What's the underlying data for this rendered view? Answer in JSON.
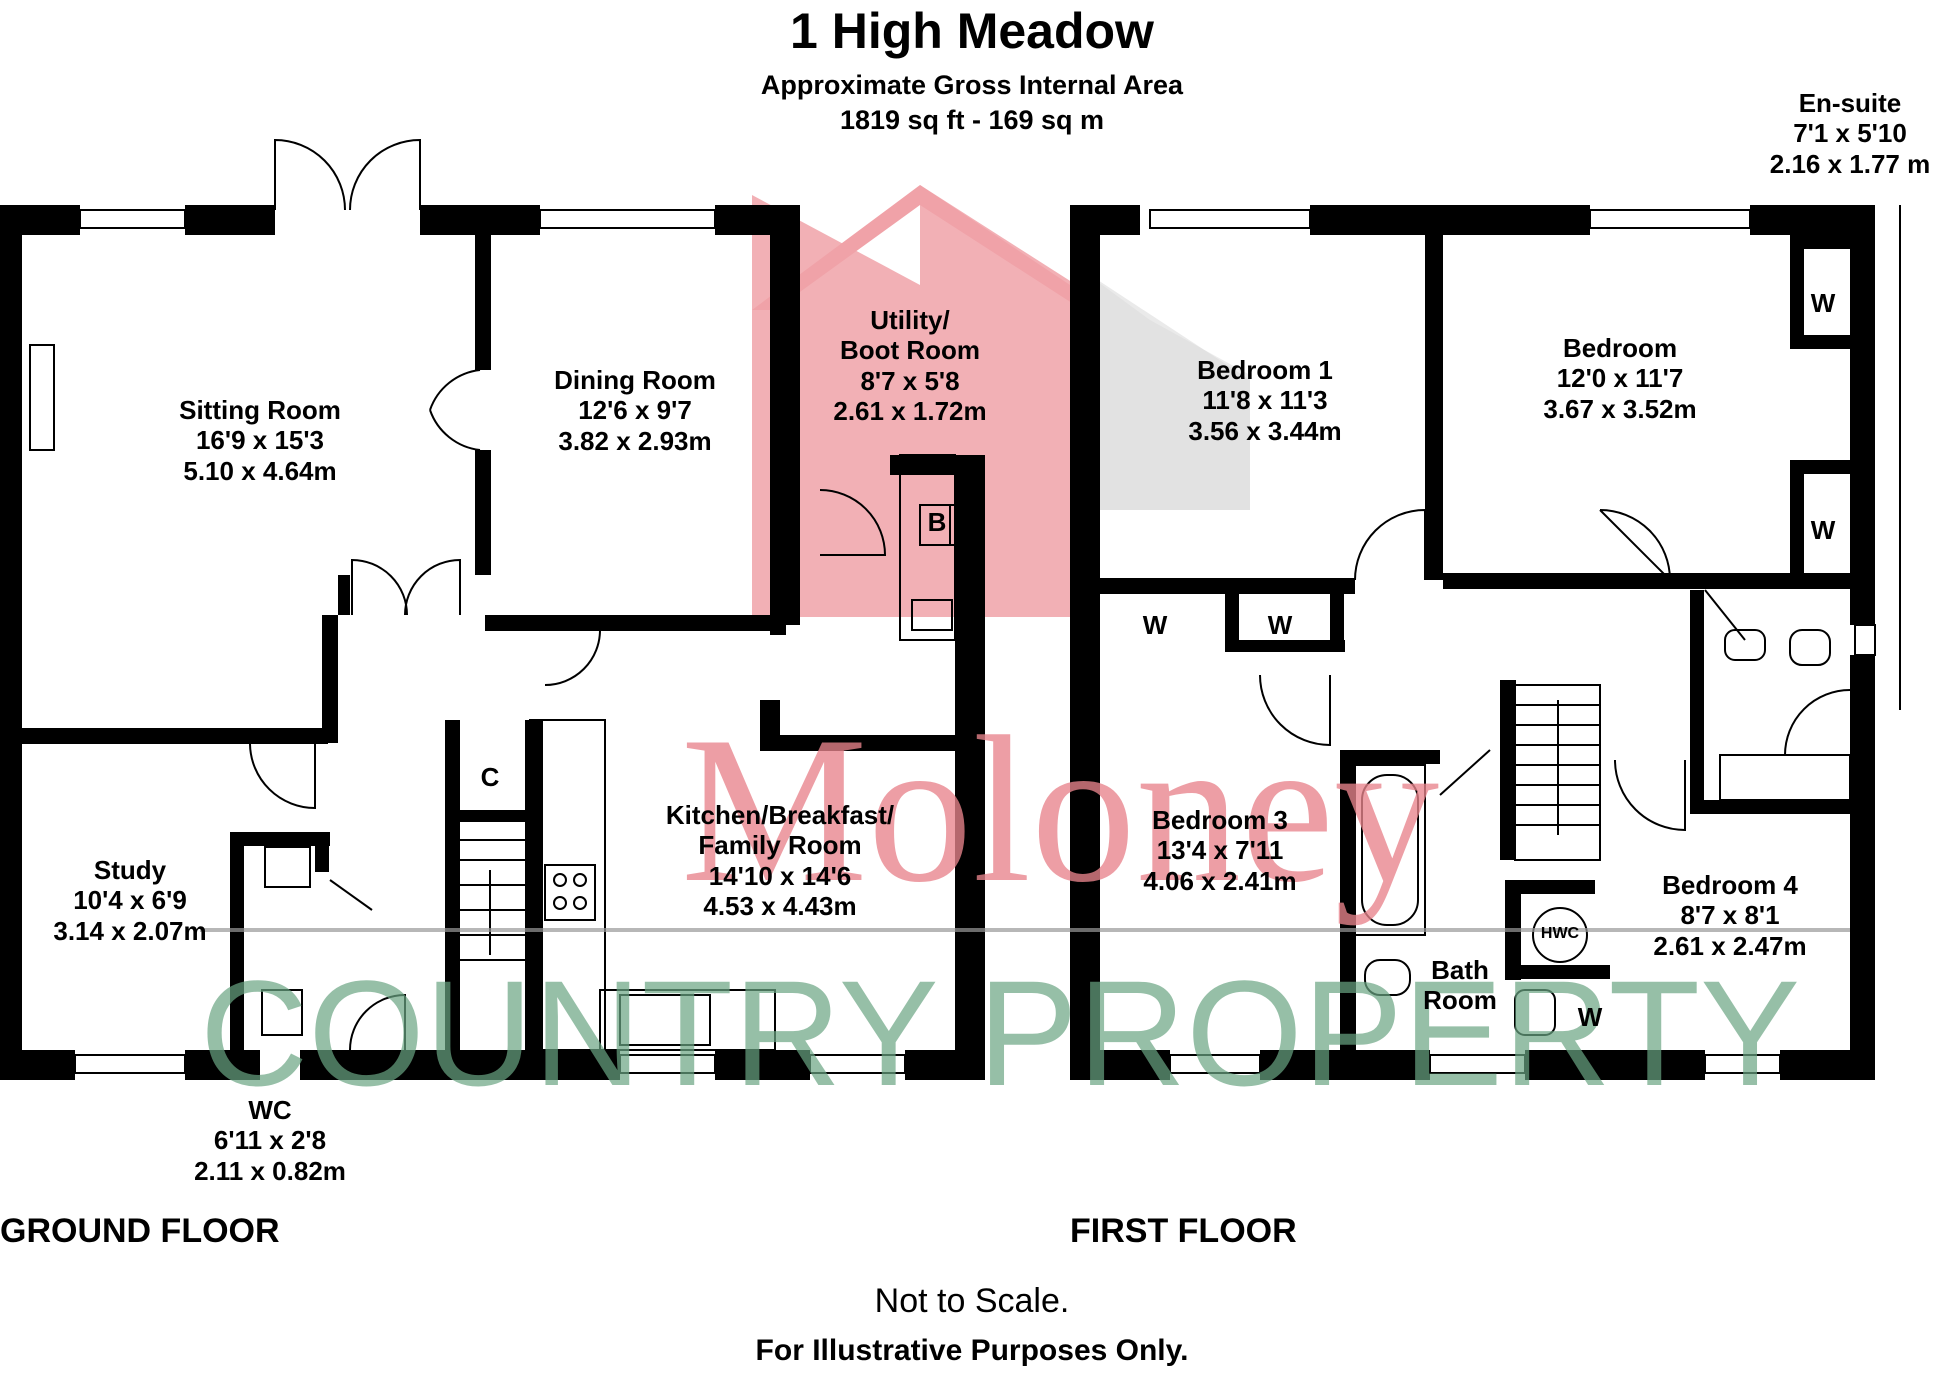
{
  "header": {
    "title": "1 High Meadow",
    "subtitle": "Approximate Gross Internal Area",
    "area": "1819 sq ft - 169 sq m"
  },
  "floors": {
    "ground": "GROUND FLOOR",
    "first": "FIRST FLOOR"
  },
  "rooms": {
    "sitting": {
      "name": "Sitting Room",
      "imperial": "16'9 x 15'3",
      "metric": "5.10 x 4.64m"
    },
    "dining": {
      "name": "Dining Room",
      "imperial": "12'6 x 9'7",
      "metric": "3.82 x 2.93m"
    },
    "utility": {
      "name1": "Utility/",
      "name2": "Boot Room",
      "imperial": "8'7 x 5'8",
      "metric": "2.61 x 1.72m"
    },
    "kitchen": {
      "name1": "Kitchen/Breakfast/",
      "name2": "Family Room",
      "imperial": "14'10 x 14'6",
      "metric": "4.53 x 4.43m"
    },
    "study": {
      "name": "Study",
      "imperial": "10'4 x 6'9",
      "metric": "3.14 x 2.07m"
    },
    "wc": {
      "name": "WC",
      "imperial": "6'11 x 2'8",
      "metric": "2.11 x 0.82m"
    },
    "bed1": {
      "name": "Bedroom 1",
      "imperial": "11'8 x 11'3",
      "metric": "3.56 x 3.44m"
    },
    "bed2": {
      "name": "Bedroom",
      "imperial": "12'0 x 11'7",
      "metric": "3.67 x 3.52m"
    },
    "ensuite": {
      "name": "En-suite",
      "imperial": "7'1 x 5'10",
      "metric": "2.16 x 1.77 m"
    },
    "bed3": {
      "name": "Bedroom 3",
      "imperial": "13'4 x 7'11",
      "metric": "4.06 x 2.41m"
    },
    "bed4": {
      "name": "Bedroom 4",
      "imperial": "8'7 x 8'1",
      "metric": "2.61 x 2.47m"
    },
    "bath": {
      "name1": "Bath",
      "name2": "Room"
    }
  },
  "fixtures": {
    "boiler": "B",
    "cupboard": "C",
    "wardrobe": "W",
    "hwc": "HWC"
  },
  "watermark": {
    "brand": "Moloney",
    "tagline": "COUNTRY PROPERTY",
    "brand_color": "#e8848c",
    "tagline_color": "#6aa583"
  },
  "footer": {
    "scale": "Not to Scale.",
    "disclaimer": "For Illustrative Purposes Only."
  }
}
